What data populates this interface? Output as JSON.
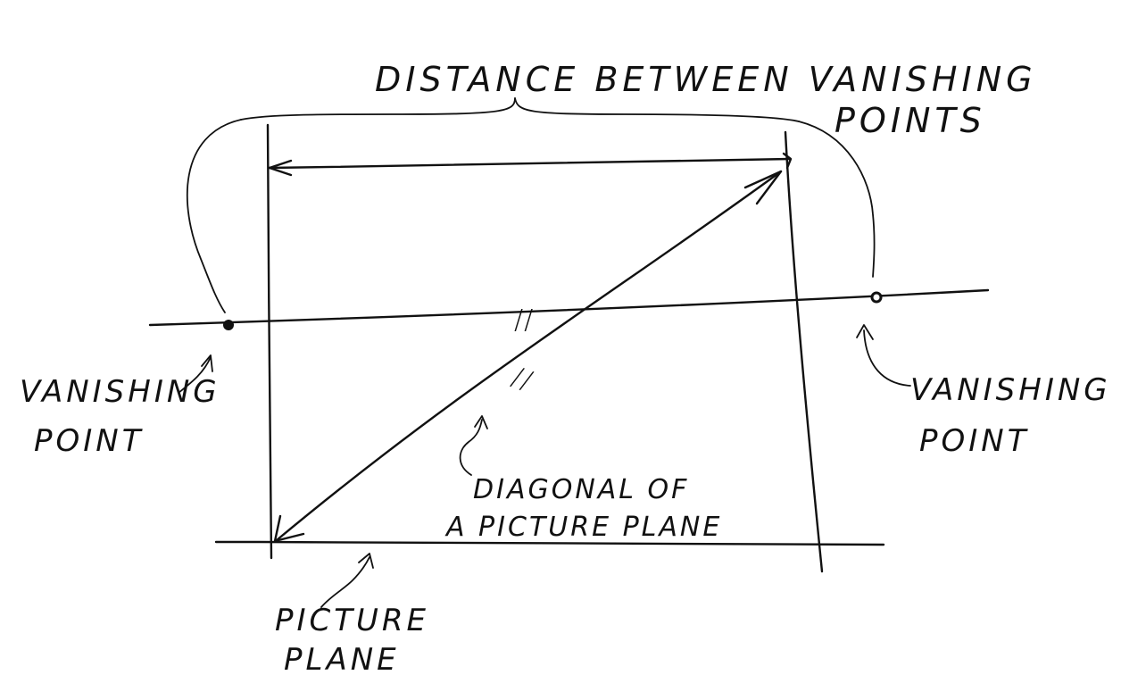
{
  "diagram": {
    "labels": {
      "distance_line1": "DISTANCE BETWEEN VANISHING",
      "distance_line2": "POINTS",
      "left_vp_line1": "VANISHING",
      "left_vp_line2": "POINT",
      "right_vp_line1": "VANISHING",
      "right_vp_line2": "POINT",
      "diagonal_line1": "DIAGONAL OF",
      "diagonal_line2": "A PICTURE PLANE",
      "picture_plane_line1": "PICTURE",
      "picture_plane_line2": "PLANE",
      "equal_mark_horizon": "//",
      "equal_mark_diagonal": "//"
    },
    "ink_color": "#111111",
    "paper_color": "#ffffff"
  }
}
